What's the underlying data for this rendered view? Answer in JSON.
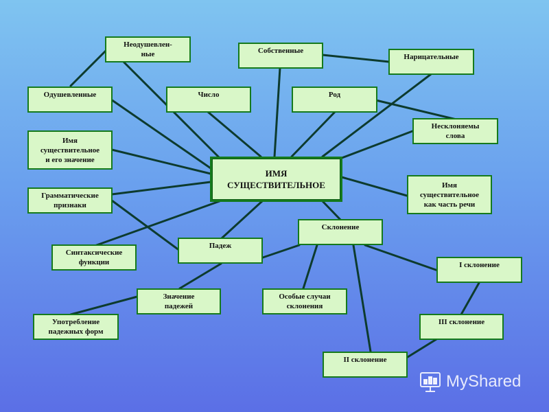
{
  "diagram": {
    "center": "ИМЯ\nСУЩЕСТВИТЕЛЬНОЕ",
    "nodes": {
      "neodush": "Неодушевлен-\nные",
      "sobstv": "Собственные",
      "naritsat": "Нарицательные",
      "odush": "Одушевленные",
      "chislo": "Число",
      "rod": "Род",
      "nesklon": "Несклоняемы\nслова",
      "znachenie": "Имя\nсуществительное\nи его значение",
      "chast_rechi": "Имя\nсуществительное\nкак часть речи",
      "gramm": "Грамматические\nпризнаки",
      "sklonenie": "Склонение",
      "sintaks": "Синтаксические\nфункции",
      "padezh": "Падеж",
      "skl1": "I склонение",
      "znach_padezh": "Значение\nпадежей",
      "osobye": "Особые случаи\nсклонения",
      "upotreb": "Употребление\nпадежных форм",
      "skl3": "III склонение",
      "skl2": "II склонение"
    }
  },
  "watermark": {
    "text": "MyShared"
  },
  "colors": {
    "node_fill": "#d9f7c8",
    "node_border": "#157a1c",
    "line": "#0d3b2e"
  }
}
